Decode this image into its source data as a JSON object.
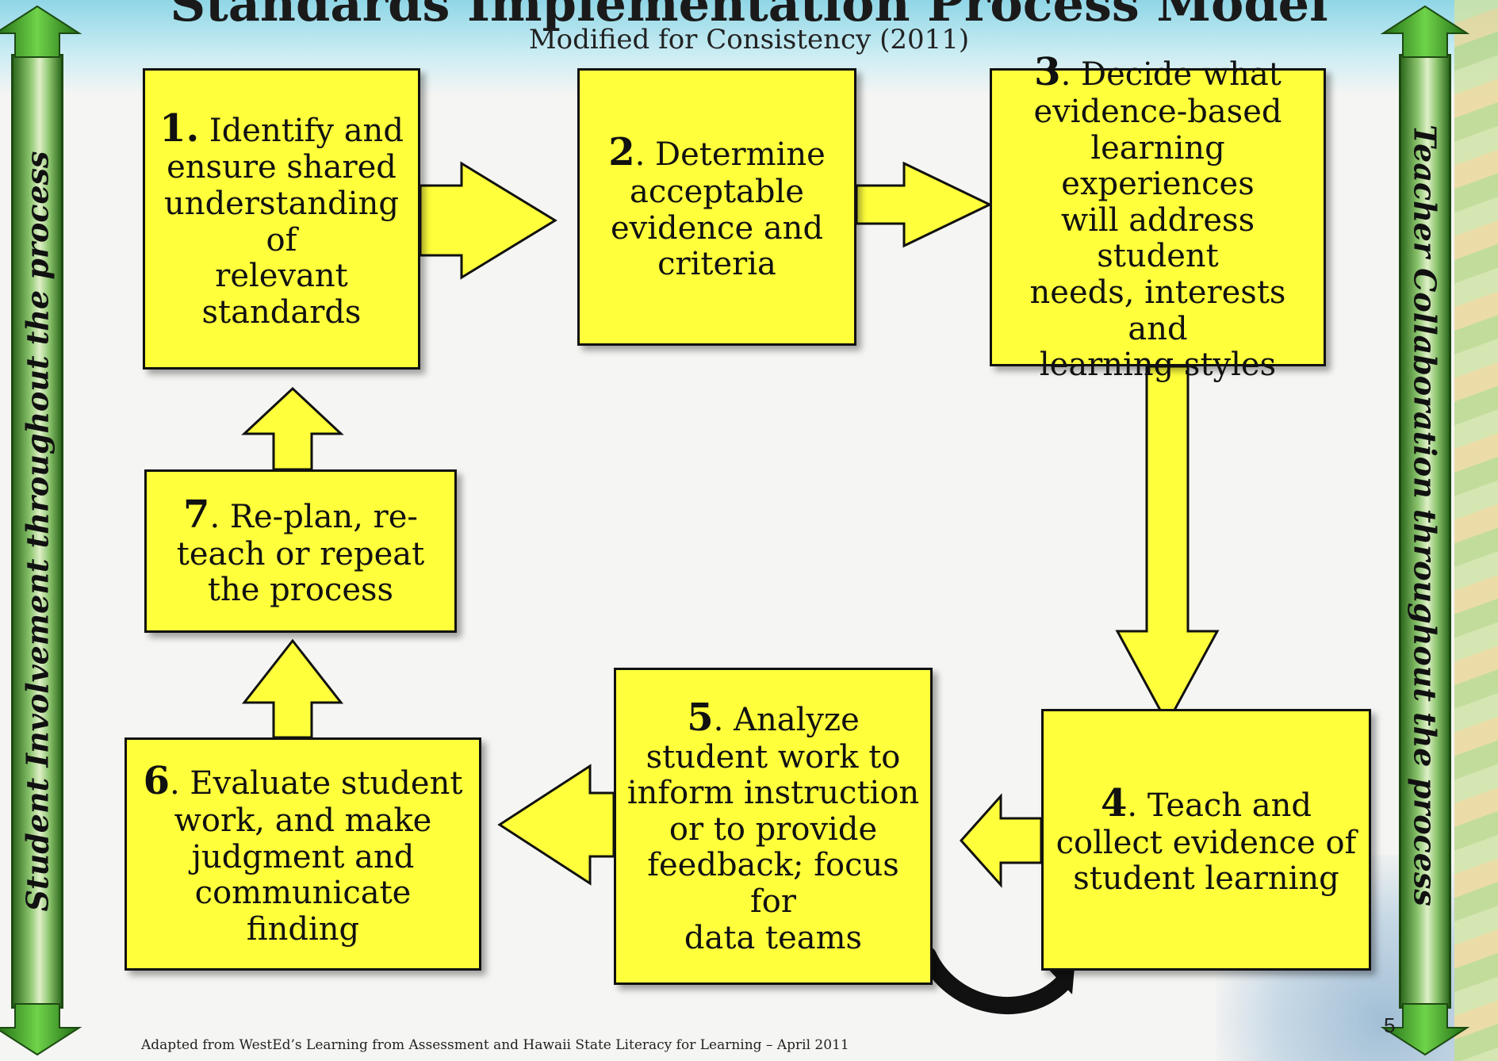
{
  "title": "Standards Implementation Process Model",
  "subtitle": "Modified for Consistency (2011)",
  "left_bar_label": "Student Involvement throughout the process",
  "right_bar_label": "Teacher Collaboration throughout the process",
  "steps": [
    {
      "num": "1.",
      "text": " Identify and\nensure shared\nunderstanding\nof\nrelevant\nstandards"
    },
    {
      "num": "2",
      "text": ". Determine\nacceptable\nevidence and\ncriteria"
    },
    {
      "num": "3",
      "text": ". Decide what\nevidence-based\nlearning experiences\nwill address student\nneeds, interests and\nlearning styles"
    },
    {
      "num": "4",
      "text": ". Teach and\ncollect evidence of\nstudent learning"
    },
    {
      "num": "5",
      "text": ". Analyze\nstudent work to\ninform instruction\nor to provide\nfeedback; focus for\ndata teams"
    },
    {
      "num": "6",
      "text": ". Evaluate student\nwork, and make\njudgment and\ncommunicate finding"
    },
    {
      "num": "7",
      "text": ". Re-plan, re-\nteach or repeat\nthe process"
    }
  ],
  "footer": "Adapted from WestEd’s Learning from Assessment and Hawaii State Literacy for Learning – April 2011",
  "page_number": "5",
  "colors": {
    "box_fill": "#ffff3c",
    "bar_green": "#2f6b1e",
    "arrow_green": "#3aa02a"
  }
}
